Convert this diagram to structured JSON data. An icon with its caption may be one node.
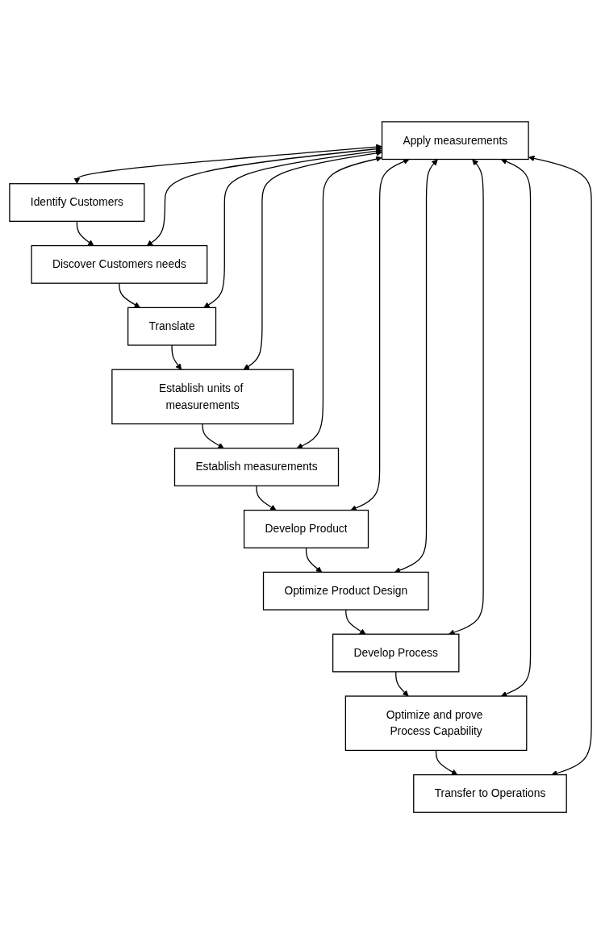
{
  "diagram": {
    "nodes": [
      {
        "text": [
          "Apply measurements"
        ]
      },
      {
        "text": [
          "Identify Customers"
        ]
      },
      {
        "text": [
          "Discover Customers needs"
        ]
      },
      {
        "text": [
          "Translate"
        ]
      },
      {
        "text": [
          "Establish units of measurements"
        ]
      },
      {
        "text": [
          "Establish measurements"
        ]
      },
      {
        "text": [
          "Develop Product"
        ]
      },
      {
        "text": [
          "Optimize Product Design"
        ]
      },
      {
        "text": [
          "Develop Process"
        ]
      },
      {
        "text": [
          "Optimize and prove Process Capability"
        ]
      },
      {
        "text": [
          "Transfer to Operations"
        ]
      }
    ],
    "edges": [
      {
        "from": 1,
        "to": 2,
        "arrow": "to"
      },
      {
        "from": 2,
        "to": 3,
        "arrow": "to"
      },
      {
        "from": 3,
        "to": 4,
        "arrow": "to"
      },
      {
        "from": 4,
        "to": 5,
        "arrow": "to"
      },
      {
        "from": 5,
        "to": 6,
        "arrow": "to"
      },
      {
        "from": 6,
        "to": 7,
        "arrow": "to"
      },
      {
        "from": 7,
        "to": 8,
        "arrow": "to"
      },
      {
        "from": 8,
        "to": 9,
        "arrow": "to"
      },
      {
        "from": 9,
        "to": 10,
        "arrow": "to"
      },
      {
        "from": 0,
        "to": 1,
        "arrow": "both"
      },
      {
        "from": 0,
        "to": 2,
        "arrow": "both"
      },
      {
        "from": 0,
        "to": 3,
        "arrow": "both"
      },
      {
        "from": 0,
        "to": 4,
        "arrow": "both"
      },
      {
        "from": 0,
        "to": 5,
        "arrow": "both"
      },
      {
        "from": 0,
        "to": 6,
        "arrow": "both"
      },
      {
        "from": 0,
        "to": 7,
        "arrow": "both"
      },
      {
        "from": 0,
        "to": 8,
        "arrow": "both"
      },
      {
        "from": 0,
        "to": 9,
        "arrow": "both"
      },
      {
        "from": 0,
        "to": 10,
        "arrow": "both"
      }
    ]
  }
}
